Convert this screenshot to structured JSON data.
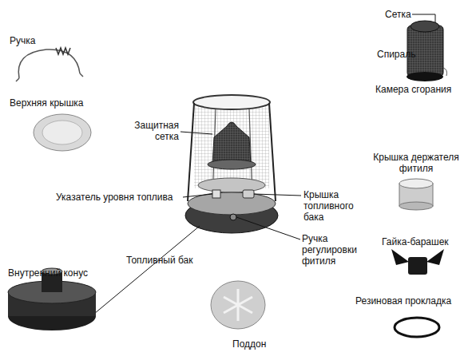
{
  "diagram": {
    "labels": [
      "Ручка",
      "Верхняя крышка",
      "Защитная сетка",
      "Указатель уровня топлива",
      "Крышка топливного бака",
      "Ручка регулировки фитиля",
      "Топливный бак",
      "Внутренний конус",
      "Поддон",
      "Сетка",
      "Спираль",
      "Камера сгорания",
      "Крышка держателя фитиля",
      "Гайка-барашек",
      "Резиновая прокладка"
    ]
  }
}
